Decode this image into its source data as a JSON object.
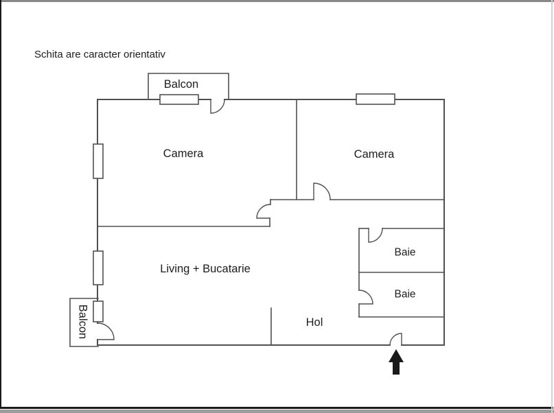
{
  "note": "Schita are caracter orientativ",
  "rooms": {
    "balcony_top": "Balcon",
    "balcony_left": "Balcon",
    "camera_left": "Camera",
    "camera_right": "Camera",
    "living": "Living + Bucatarie",
    "hall": "Hol",
    "bath_top": "Baie",
    "bath_bottom": "Baie"
  },
  "icons": {
    "entrance_arrow": "up-arrow"
  },
  "colors": {
    "wall": "#4f4f4f",
    "text": "#1c1c1c",
    "arrow": "#1a1a1a",
    "window_fill": "#ffffff"
  }
}
